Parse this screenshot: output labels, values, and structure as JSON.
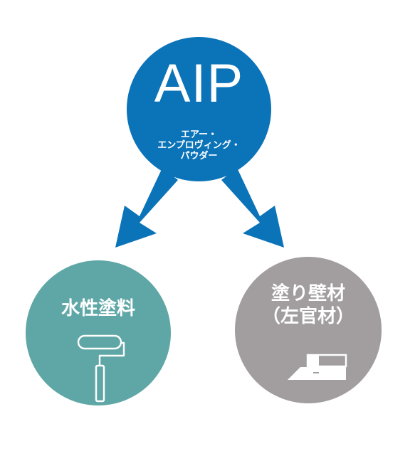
{
  "colors": {
    "aip_blue": "#0b73b8",
    "water_teal": "#5fa7a6",
    "plaster_gray": "#a29ea0",
    "arrow_blue": "#0b73b8"
  },
  "aip": {
    "title": "AIP",
    "subtitle_lines": [
      "エアー・",
      "エンプロヴィング・",
      "パウダー"
    ]
  },
  "water_paint": {
    "label": "水性塗料",
    "icon": "paint-roller-icon"
  },
  "plaster": {
    "label_line1": "塗り壁材",
    "label_line2": "（左官材）",
    "icon": "trowel-icon"
  }
}
